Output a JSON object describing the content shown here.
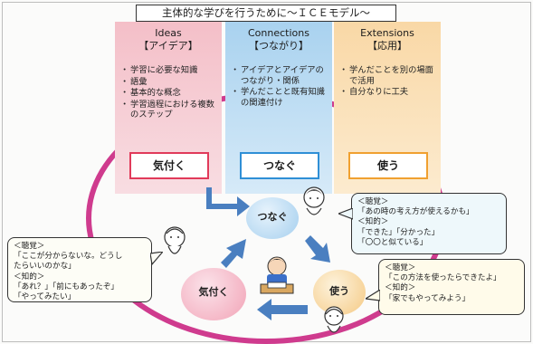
{
  "title": "主体的な学びを行うために〜ＩＣＥモデル〜",
  "columns": [
    {
      "name": "Ideas",
      "sub": "【アイデア】",
      "items": [
        "学習に必要な知識",
        "語彙",
        "基本的な概念",
        "学習過程における複数のステップ"
      ],
      "button": "気付く"
    },
    {
      "name": "Connections",
      "sub": "【つながり】",
      "items": [
        "アイデアとアイデアのつながり・関係",
        "学んだことと既有知識の関連付け"
      ],
      "button": "つなぐ"
    },
    {
      "name": "Extensions",
      "sub": "【応用】",
      "items": [
        "学んだことを別の場面で活用",
        "自分なりに工夫"
      ],
      "button": "使う"
    }
  ],
  "cycle": {
    "connect": "つなぐ",
    "notice": "気付く",
    "use": "使う"
  },
  "bubbles": {
    "connect": {
      "lines": [
        "＜聴覚＞",
        "「あの時の考え方が使えるかも」",
        "＜知的＞",
        "「できた」「分かった」",
        "「〇〇と似ている」"
      ]
    },
    "notice": {
      "lines": [
        "＜聴覚＞",
        "「ここが分からないな。どうし",
        "たらいいのかな」",
        "＜知的＞",
        "「あれ？」「前にもあったぞ」",
        "「やってみたい」"
      ]
    },
    "use": {
      "lines": [
        "＜聴覚＞",
        "「この方法を使ったらできたよ」",
        "＜知的＞",
        "「家でもやってみよう」"
      ]
    }
  },
  "colors": {
    "ring": "#cf3b8e",
    "arrow": "#4a7fc0",
    "ideas": "#e13a5a",
    "connections": "#2f8fd6",
    "extensions": "#f0a030"
  }
}
